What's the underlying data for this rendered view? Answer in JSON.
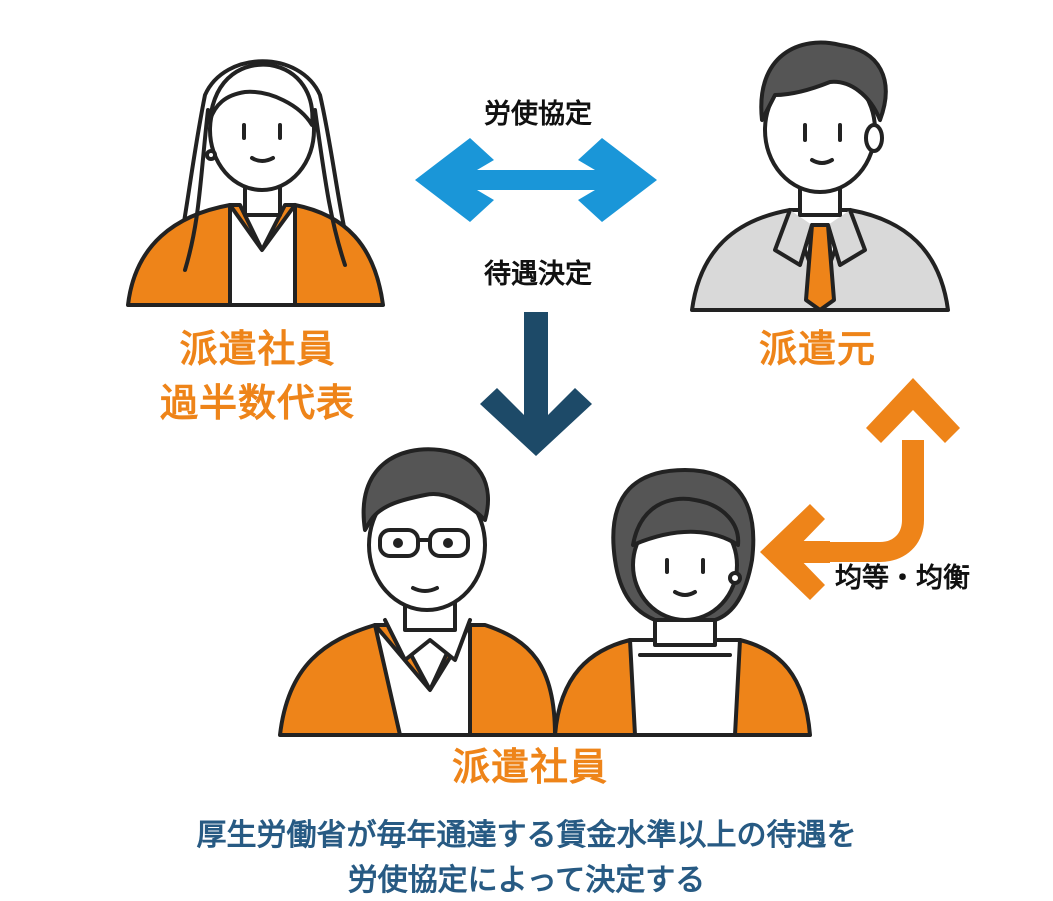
{
  "labels": {
    "haken_rep_line1": "派遣社員",
    "haken_rep_line2": "過半数代表",
    "hakenmoto": "派遣元",
    "haken_shain": "派遣社員",
    "roushi": "労使協定",
    "taigu": "待遇決定",
    "kinto": "均等・均衡"
  },
  "footer": {
    "line1": "厚生労働省が毎年通達する賃金水準以上の待遇を",
    "line2": "労使協定によって決定する"
  },
  "colors": {
    "orange": "#ee8419",
    "blue_arrow": "#1a96d8",
    "navy_arrow": "#1d4a68",
    "footer_text": "#275a83",
    "hair": "#555555",
    "suit_gray": "#d9d9d9"
  }
}
